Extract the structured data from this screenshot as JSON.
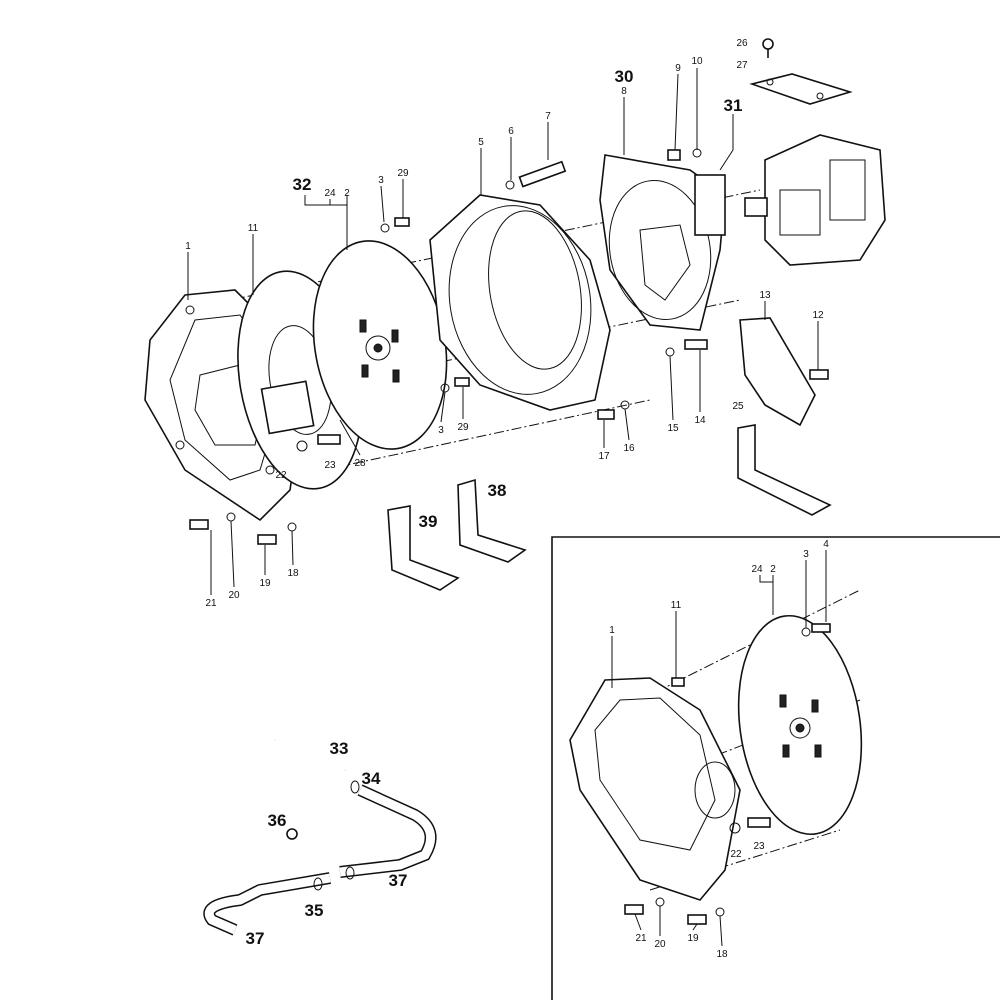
{
  "diagram": {
    "type": "exploded-parts-diagram",
    "ink_color": "#111111",
    "background": "#ffffff"
  },
  "callouts": [
    "26",
    "27",
    "30",
    "8",
    "9",
    "10",
    "31",
    "7",
    "6",
    "5",
    "32",
    "24",
    "2",
    "3",
    "29",
    "11",
    "1",
    "13",
    "12",
    "25",
    "15",
    "14",
    "16",
    "17",
    "3",
    "29",
    "22",
    "23",
    "28",
    "21",
    "20",
    "19",
    "18",
    "39",
    "38",
    "24",
    "2",
    "3",
    "4",
    "11",
    "1",
    "22",
    "23",
    "21",
    "20",
    "19",
    "18",
    "33",
    "34",
    "36",
    "37",
    "35",
    "37"
  ]
}
